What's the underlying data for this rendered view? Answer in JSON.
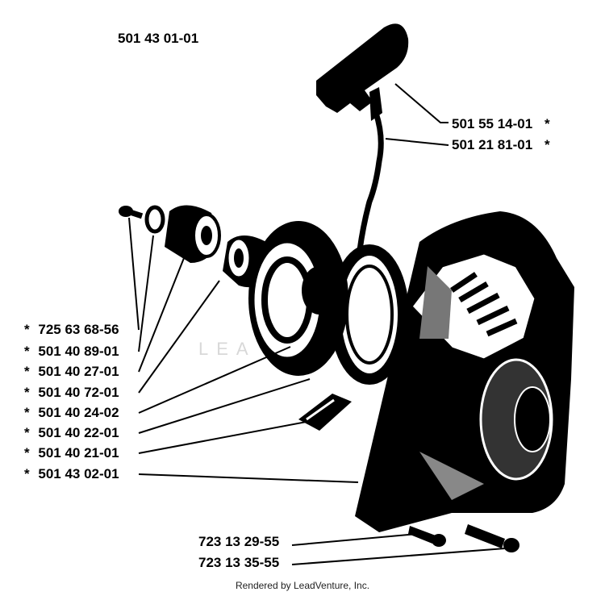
{
  "assembly_number": "501 43 01-01",
  "parts_left": [
    {
      "star": "*",
      "number": "725 63 68-56"
    },
    {
      "star": "*",
      "number": "501 40 89-01"
    },
    {
      "star": "*",
      "number": "501 40 27-01"
    },
    {
      "star": "*",
      "number": "501 40 72-01"
    },
    {
      "star": "*",
      "number": "501 40 24-02"
    },
    {
      "star": "*",
      "number": "501 40 22-01"
    },
    {
      "star": "*",
      "number": "501 40 21-01"
    },
    {
      "star": "*",
      "number": "501 43 02-01"
    }
  ],
  "parts_right": [
    {
      "number": "501 55 14-01",
      "star": "*"
    },
    {
      "number": "501 21 81-01",
      "star": "*"
    }
  ],
  "parts_bottom": [
    {
      "number": "723 13 29-55"
    },
    {
      "number": "723 13 35-55"
    }
  ],
  "watermark": "LEA",
  "footer": "Rendered by LeadVenture, Inc."
}
